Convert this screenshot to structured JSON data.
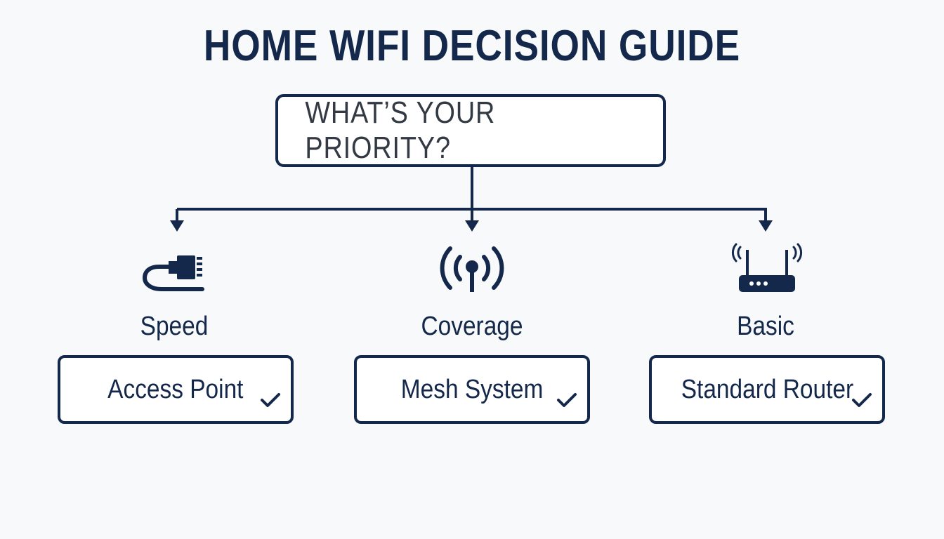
{
  "title": "HOME WIFI DECISION GUIDE",
  "question": "WHAT’S YOUR PRIORITY?",
  "branches": [
    {
      "category": "Speed",
      "icon": "ethernet-cable-icon",
      "recommendation": "Access Point"
    },
    {
      "category": "Coverage",
      "icon": "wireless-signal-icon",
      "recommendation": "Mesh System"
    },
    {
      "category": "Basic",
      "icon": "router-icon",
      "recommendation": "Standard Router"
    }
  ],
  "colors": {
    "primary": "#14284b",
    "question_text": "#333a44",
    "background": "#f8f9fa"
  }
}
